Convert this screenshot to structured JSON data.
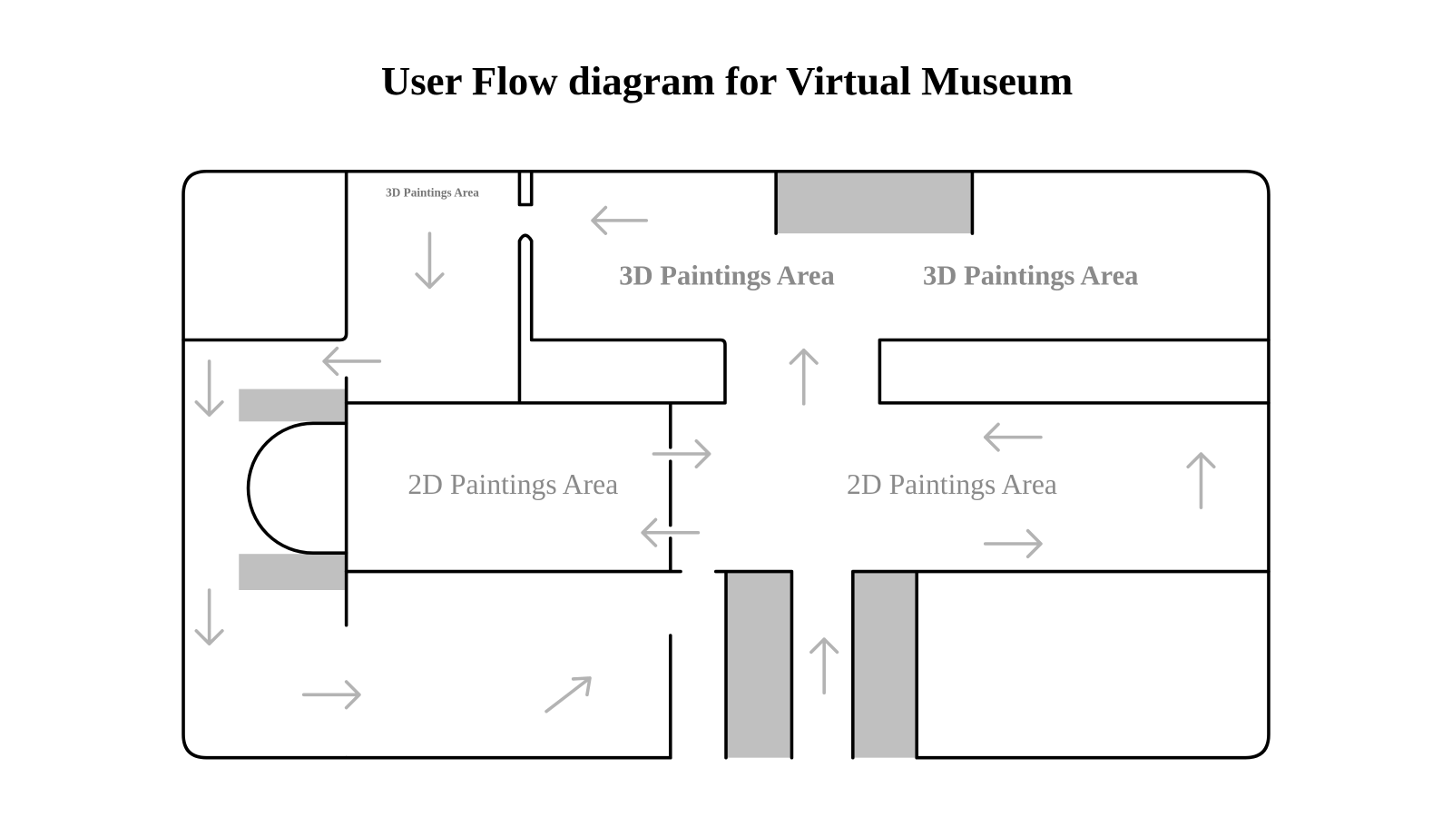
{
  "title": "User Flow diagram for Virtual Museum",
  "areas": {
    "small_3d": "3D Paintings Area",
    "center_3d": "3D Paintings Area",
    "right_3d": "3D Paintings Area",
    "left_2d": "2D Paintings Area",
    "right_2d": "2D Paintings Area"
  },
  "colors": {
    "wall": "#000000",
    "block": "#c0c0c0",
    "arrow": "#b3b3b3",
    "label": "#8a8a8a"
  }
}
